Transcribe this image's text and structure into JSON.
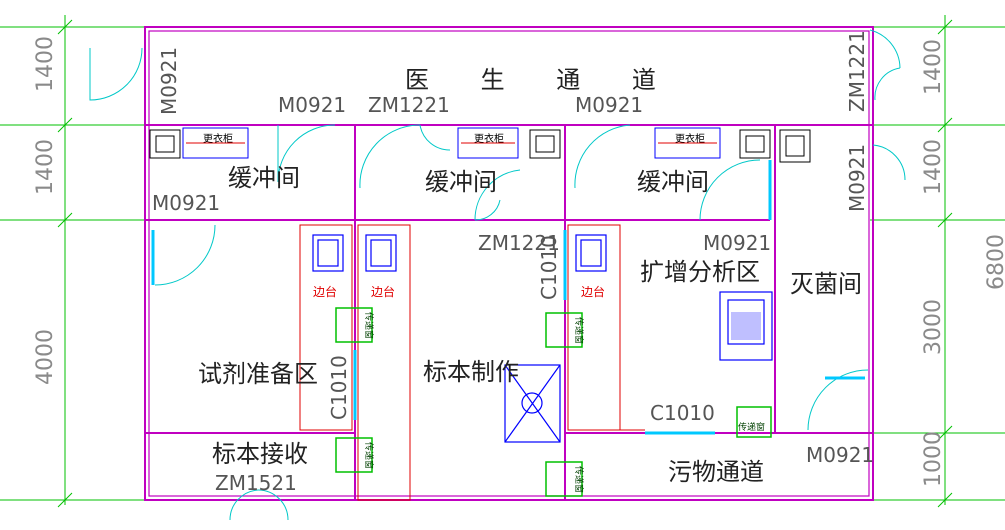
{
  "dimensions": {
    "left": [
      "1400",
      "1400",
      "4000"
    ],
    "right": [
      "1400",
      "1400",
      "3000",
      "1000"
    ],
    "right_partial": "6800"
  },
  "rooms": {
    "doctor_corridor": "医  生  通  道",
    "buffer_1": "缓冲间",
    "buffer_2": "缓冲间",
    "buffer_3": "缓冲间",
    "reagent_prep": "试剂准备区",
    "sample_making": "标本制作",
    "amplification": "扩增分析区",
    "sterilization": "灭菌间",
    "sample_receipt": "标本接收",
    "waste_corridor": "污物通道"
  },
  "codes": {
    "m0921_topleft_vertical": "M0921",
    "m0921_buffer1_top": "M0921",
    "zm1221_top": "ZM1221",
    "m0921_buffer3_top": "M0921",
    "zm1221_topright_vertical": "ZM1221",
    "m0921_buffer1_left": "M0921",
    "m0921_right_vertical": "M0921",
    "zm1221_mid": "ZM1221",
    "m0921_amp": "M0921",
    "c1010_vertical_mid": "C1010",
    "c1010_vertical_left": "C1010",
    "c1010_horizontal": "C1010",
    "m0921_bottom_right": "M0921",
    "zm1521_bottom": "ZM1521"
  },
  "fixtures": {
    "locker_label": "更衣柜",
    "bench_label": "边台",
    "pass_window_label": "传递窗"
  },
  "colors": {
    "wall": "#c000c0",
    "dimension": "#00c000",
    "door": "#00c8c8",
    "bench": "#e00000",
    "equipment": "#0000ff"
  }
}
